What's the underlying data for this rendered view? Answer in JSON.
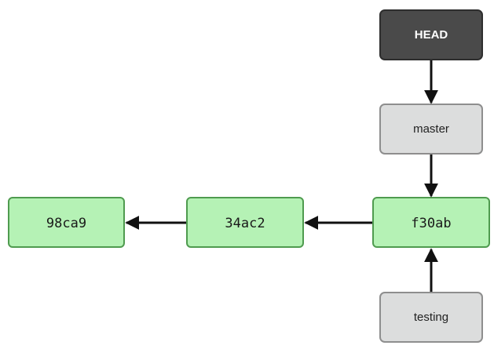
{
  "refs": {
    "head": "HEAD",
    "master": "master",
    "testing": "testing"
  },
  "commits": [
    "98ca9",
    "34ac2",
    "f30ab"
  ],
  "colors": {
    "head_fill": "#4a4a4a",
    "head_stroke": "#2e2e2e",
    "branch_fill": "#dcdddd",
    "branch_stroke": "#8e8e8e",
    "commit_fill": "#b5f2b5",
    "commit_stroke": "#4f9b4f",
    "arrow": "#111111"
  }
}
